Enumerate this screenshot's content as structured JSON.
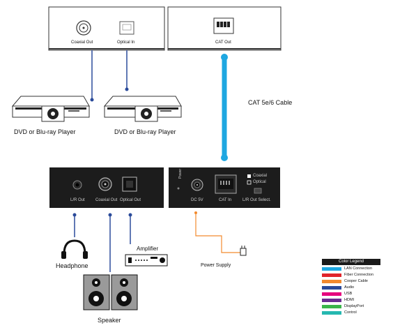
{
  "labels": {
    "coaxial_out": "Coaxial Out",
    "optical_in": "Optical In",
    "cat_out": "CAT Out",
    "cat_cable": "CAT 5e/6 Cable",
    "dvd1": "DVD or Blu-ray Player",
    "dvd2": "DVD or Blu-ray Player",
    "lr_out": "L/R Out",
    "coaxial_out_rx": "Coaxial Out",
    "optical_out": "Optical Out",
    "power": "Power",
    "dc5v": "DC 5V",
    "cat_in": "CAT In",
    "coaxial": "Coaxial",
    "optical": "Optical",
    "lr_out_select": "L/R Out Select.",
    "headphone": "Headphone",
    "amplifier": "Amplifier",
    "speaker": "Speaker",
    "power_supply": "Power Supply"
  },
  "legend": {
    "title": "Color Legend",
    "items": [
      {
        "label": "LAN Connection",
        "color": "#1ea7e1"
      },
      {
        "label": "Fiber Connection",
        "color": "#e0242b"
      },
      {
        "label": "Cooper Cable",
        "color": "#f28a2e"
      },
      {
        "label": "Audio",
        "color": "#2a4a9a"
      },
      {
        "label": "USB",
        "color": "#e6007e"
      },
      {
        "label": "HDMI",
        "color": "#6a2c91"
      },
      {
        "label": "DisplayPort",
        "color": "#3ab54a"
      },
      {
        "label": "Control",
        "color": "#25b8b0"
      }
    ]
  },
  "colors": {
    "lan": "#1ea7e1",
    "audio": "#2a4a9a",
    "copper": "#f28a2e",
    "device_dark": "#1c1c1c"
  }
}
